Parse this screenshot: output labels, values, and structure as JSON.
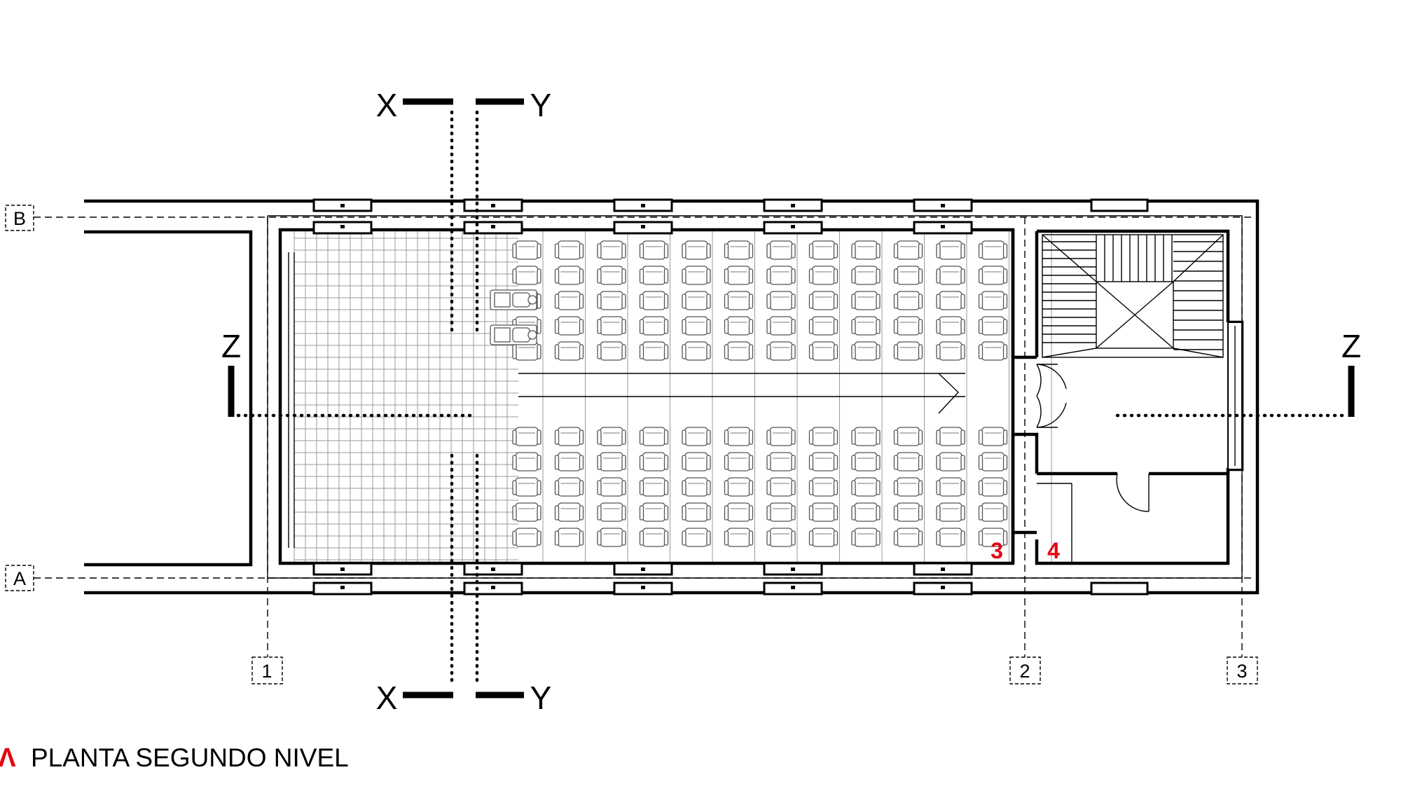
{
  "drawing": {
    "title": "PLANTA SEGUNDO NIVEL",
    "title_marker": "Λ",
    "accent_color": "#e30613"
  },
  "section_cuts": {
    "x": "X",
    "y": "Y",
    "z": "Z"
  },
  "grid_axes": {
    "rows": [
      "B",
      "A"
    ],
    "columns": [
      "1",
      "2",
      "3"
    ]
  },
  "room_numbers": [
    "3",
    "4"
  ],
  "seating": {
    "columns": 12,
    "rows_per_block": 5,
    "blocks": 2,
    "wheelchair_places": 2
  }
}
